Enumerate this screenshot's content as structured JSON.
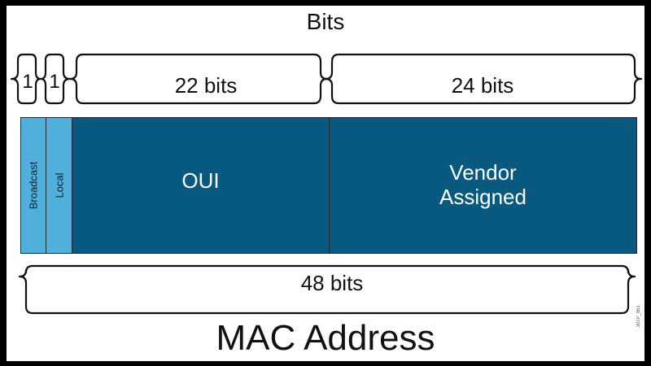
{
  "header": {
    "title": "Bits"
  },
  "braces": {
    "bit_1_a": "1",
    "bit_1_b": "1",
    "oui_bits": "22 bits",
    "vendor_bits": "24 bits",
    "total_bits": "48 bits"
  },
  "fields": {
    "broadcast": "Broadcast",
    "local": "Local",
    "oui": "OUI",
    "vendor_line1": "Vendor",
    "vendor_line2": "Assigned"
  },
  "footer": {
    "title": "MAC Address",
    "ref": "301P_861"
  },
  "colors": {
    "flag_fill": "#4fb0db",
    "field_fill": "#07597f",
    "border": "#1d2b36"
  }
}
